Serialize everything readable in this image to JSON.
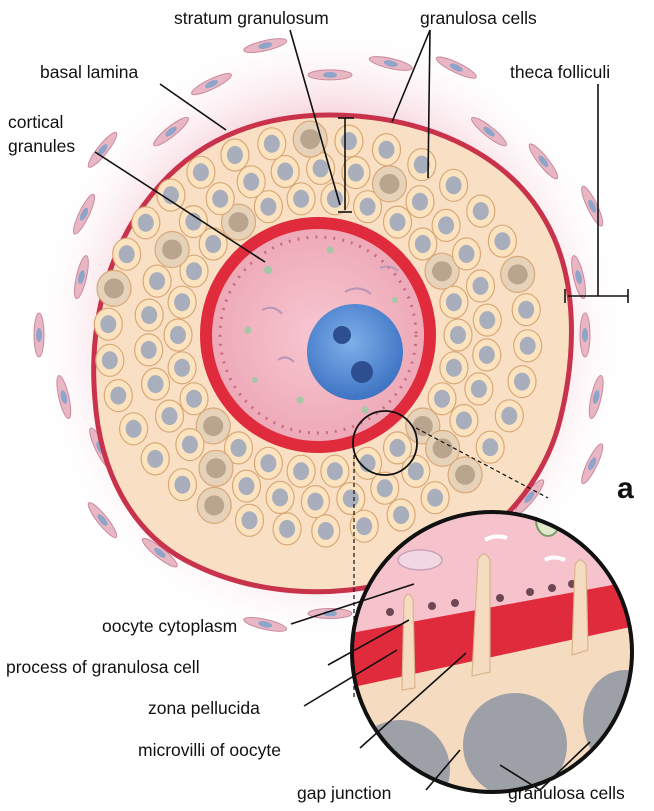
{
  "labels": {
    "stratum_granulosum": "stratum granulosum",
    "granulosa_cells_top": "granulosa cells",
    "basal_lamina": "basal lamina",
    "theca_folliculi": "theca folliculi",
    "cortical_granules_1": "cortical",
    "cortical_granules_2": "granules",
    "oocyte_cytoplasm": "oocyte cytoplasm",
    "process_of_granulosa_cell": "process of granulosa cell",
    "zona_pellucida": "zona pellucida",
    "microvilli_of_oocyte": "microvilli of oocyte",
    "gap_junction": "gap junction",
    "granulosa_cells_bottom": "granulosa cells",
    "panel_letter": "a"
  },
  "colors": {
    "theca_bg": "#f6d3dc",
    "basal_lamina": "#c8324a",
    "granulosa_fill": "#fbe3bf",
    "granulosa_nucleus": "#a9aebd",
    "zona_pellucida": "#e02b3c",
    "oocyte_cytoplasm": "#f4b8c4",
    "nucleus": "#5b8fd6",
    "leader_line": "#111111"
  }
}
